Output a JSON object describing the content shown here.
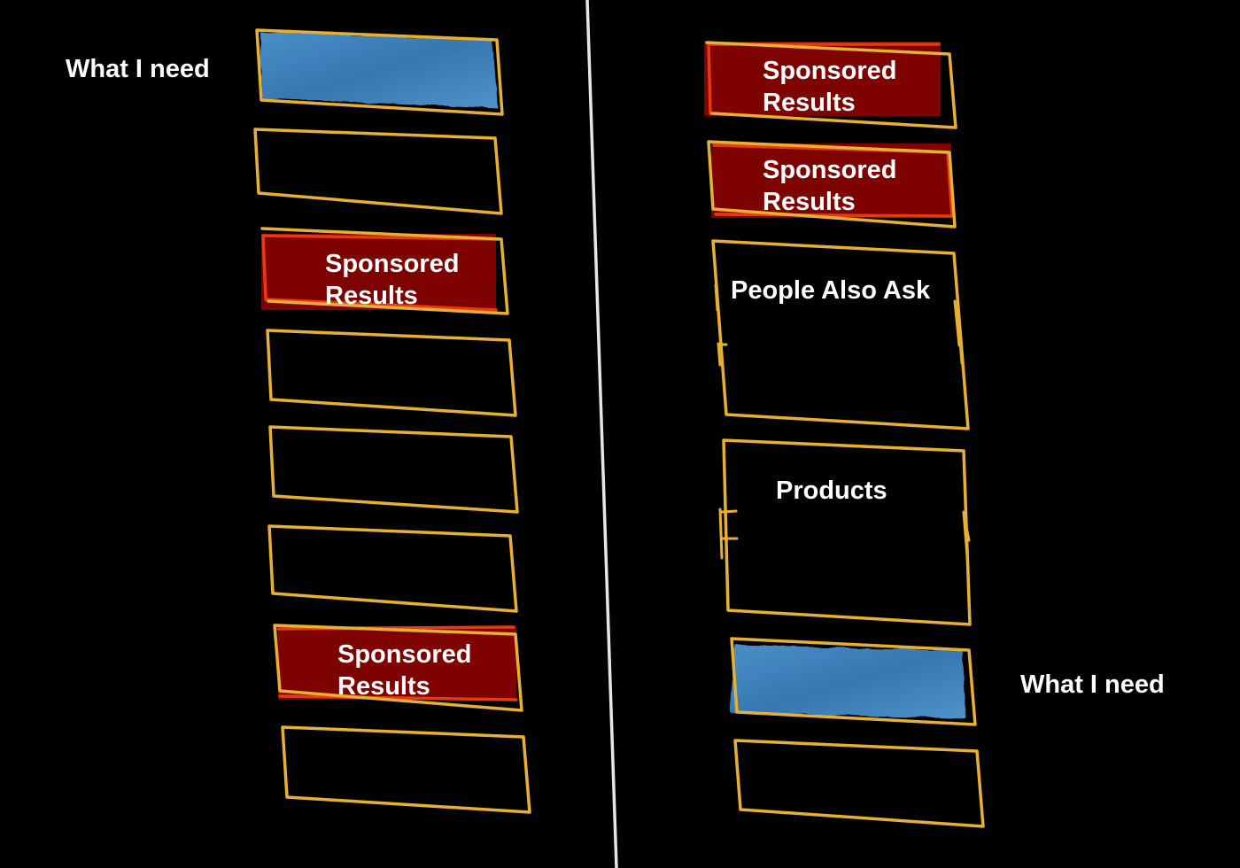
{
  "colors": {
    "background": "#000000",
    "outline": "#e8b030",
    "sponsored_fill": "#7e0200",
    "sponsored_edge": "#e83a10",
    "highlight": "#3f83bd",
    "divider": "#e6e6e6",
    "text": "#ffffff"
  },
  "left_column": {
    "need_label": "What I need",
    "sponsored_1": [
      "Sponsored",
      "Results"
    ],
    "sponsored_2": [
      "Sponsored",
      "Results"
    ]
  },
  "right_column": {
    "sponsored_1": [
      "Sponsored",
      "Results"
    ],
    "sponsored_2": [
      "Sponsored",
      "Results"
    ],
    "people_also_ask": "People Also Ask",
    "products": "Products",
    "need_label": "What I need"
  }
}
